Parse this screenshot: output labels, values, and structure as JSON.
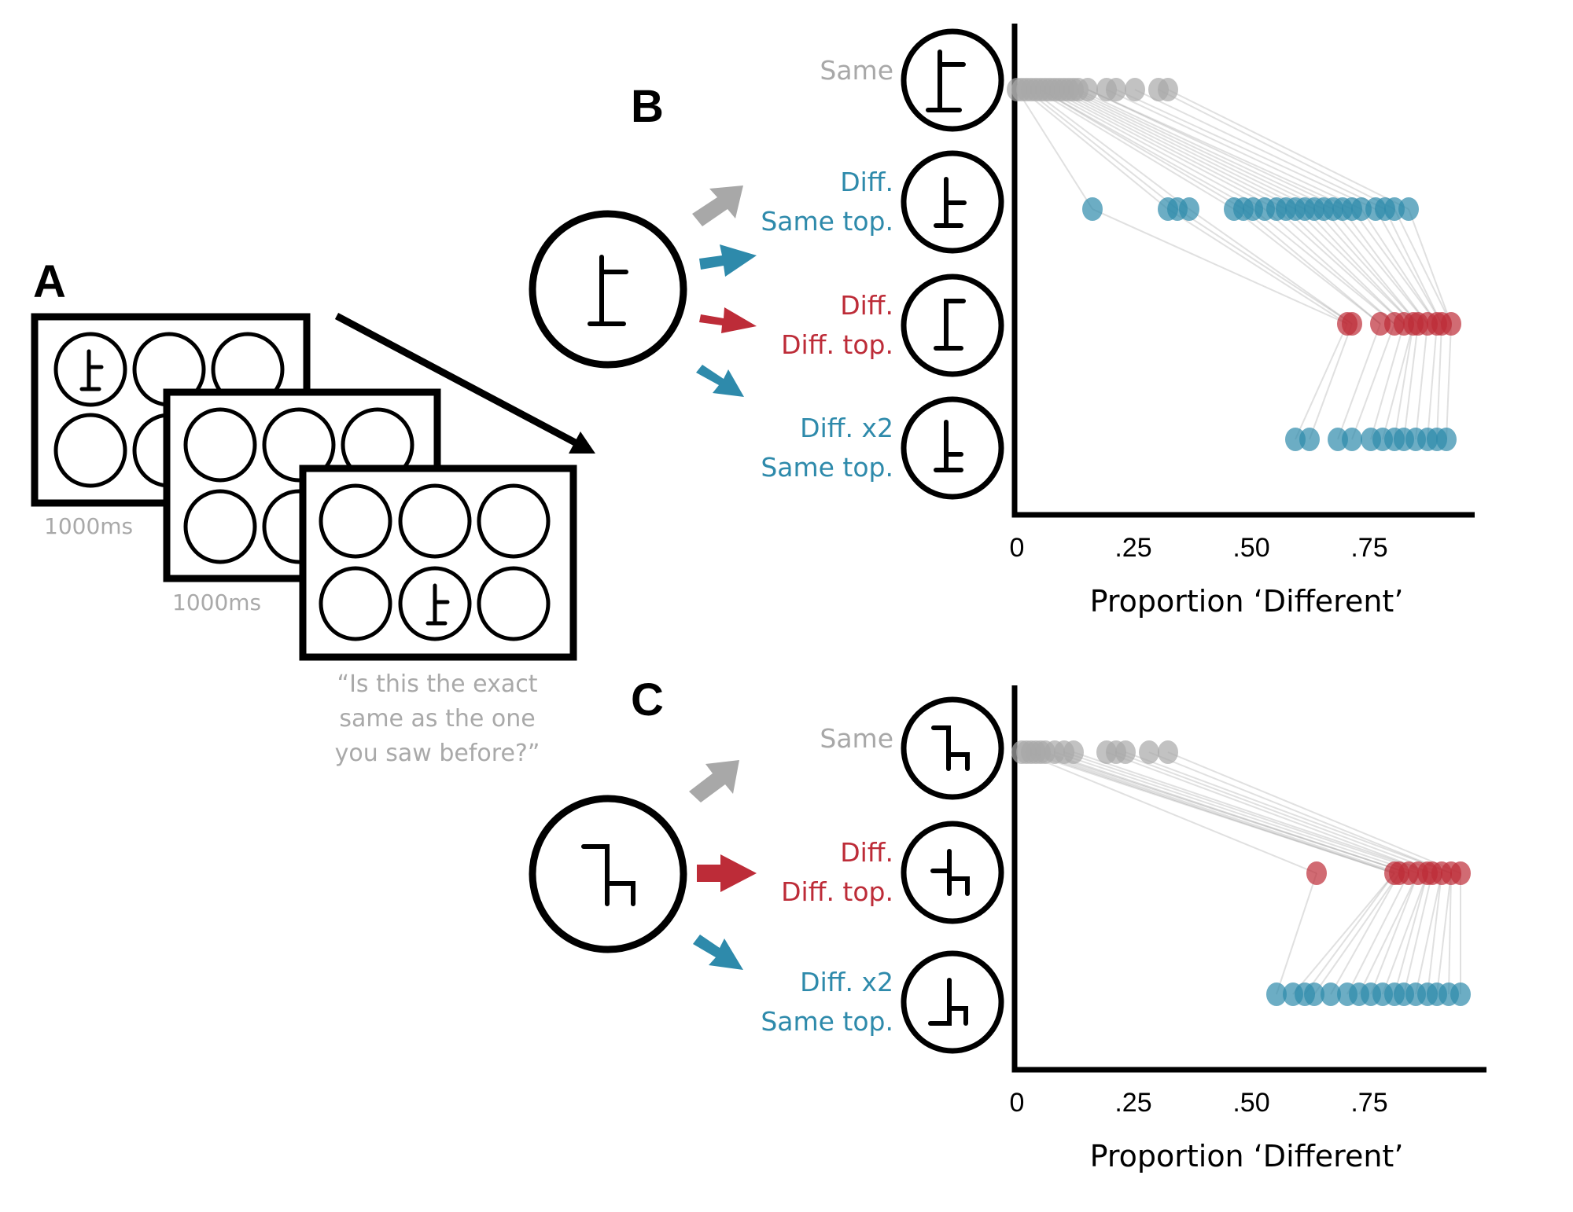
{
  "figure": {
    "panel_labels": {
      "a": "A",
      "b": "B",
      "c": "C"
    },
    "colors": {
      "same": "#a8a8a8",
      "diff_same_topology": "#2e8aab",
      "diff_diff_topology": "#bd2c38",
      "text_gray": "#a9a9a9"
    }
  },
  "panel_a": {
    "frame_durations": [
      "1000ms",
      "1000ms"
    ],
    "question_lines": [
      "“Is this the exact",
      "same as the one",
      "you saw before?”"
    ],
    "icons": [
      "sequence-arrow-icon",
      "stimulus-glyph-icon"
    ]
  },
  "chart_data": [
    {
      "type": "scatter",
      "panel": "B",
      "title": "",
      "xlabel": "Proportion ‘Different’",
      "ylabel": "",
      "xlim": [
        0,
        0.95
      ],
      "x_ticks": [
        0,
        0.25,
        0.5,
        0.75
      ],
      "x_tick_labels": [
        "0",
        ".25",
        ".50",
        ".75"
      ],
      "grid": false,
      "legend": "none",
      "paired_lines": true,
      "categories": [
        "Same",
        "Diff. Same top.",
        "Diff. Diff. top.",
        "Diff. x2 Same top."
      ],
      "series": [
        {
          "name": "Same",
          "label_lines": [
            "Same"
          ],
          "color_key": "same",
          "values": [
            0.0,
            0.01,
            0.02,
            0.03,
            0.04,
            0.05,
            0.06,
            0.07,
            0.08,
            0.09,
            0.1,
            0.11,
            0.12,
            0.13,
            0.15,
            0.19,
            0.21,
            0.25,
            0.3,
            0.32
          ]
        },
        {
          "name": "Diff. Same top.",
          "label_lines": [
            "Diff.",
            "Same top."
          ],
          "color_key": "diff_same_topology",
          "values": [
            0.16,
            0.32,
            0.34,
            0.365,
            0.46,
            0.48,
            0.5,
            0.525,
            0.55,
            0.57,
            0.59,
            0.61,
            0.63,
            0.65,
            0.67,
            0.69,
            0.71,
            0.73,
            0.76,
            0.78,
            0.8,
            0.83
          ]
        },
        {
          "name": "Diff. Diff. top.",
          "label_lines": [
            "Diff.",
            "Diff. top."
          ],
          "color_key": "diff_diff_topology",
          "values": [
            0.7,
            0.71,
            0.77,
            0.8,
            0.82,
            0.84,
            0.85,
            0.87,
            0.89,
            0.9,
            0.92
          ]
        },
        {
          "name": "Diff. x2 Same top.",
          "label_lines": [
            "Diff. x2",
            "Same top."
          ],
          "color_key": "diff_same_topology",
          "values": [
            0.59,
            0.62,
            0.68,
            0.71,
            0.75,
            0.775,
            0.8,
            0.82,
            0.845,
            0.87,
            0.89,
            0.91
          ]
        }
      ]
    },
    {
      "type": "scatter",
      "panel": "C",
      "title": "",
      "xlabel": "Proportion ‘Different’",
      "ylabel": "",
      "xlim": [
        0,
        0.97
      ],
      "x_ticks": [
        0,
        0.25,
        0.5,
        0.75
      ],
      "x_tick_labels": [
        "0",
        ".25",
        ".50",
        ".75"
      ],
      "grid": false,
      "legend": "none",
      "paired_lines": true,
      "categories": [
        "Same",
        "Diff. Diff. top.",
        "Diff. x2 Same top."
      ],
      "series": [
        {
          "name": "Same",
          "label_lines": [
            "Same"
          ],
          "color_key": "same",
          "values": [
            0.01,
            0.02,
            0.03,
            0.04,
            0.05,
            0.06,
            0.08,
            0.1,
            0.12,
            0.19,
            0.21,
            0.23,
            0.28,
            0.32
          ]
        },
        {
          "name": "Diff. Diff. top.",
          "label_lines": [
            "Diff.",
            "Diff. top."
          ],
          "color_key": "diff_diff_topology",
          "values": [
            0.635,
            0.8,
            0.81,
            0.83,
            0.85,
            0.87,
            0.88,
            0.9,
            0.92,
            0.94
          ]
        },
        {
          "name": "Diff. x2 Same top.",
          "label_lines": [
            "Diff. x2",
            "Same top."
          ],
          "color_key": "diff_same_topology",
          "values": [
            0.55,
            0.585,
            0.61,
            0.63,
            0.665,
            0.7,
            0.725,
            0.75,
            0.775,
            0.8,
            0.82,
            0.845,
            0.87,
            0.89,
            0.915,
            0.94
          ]
        }
      ]
    }
  ]
}
